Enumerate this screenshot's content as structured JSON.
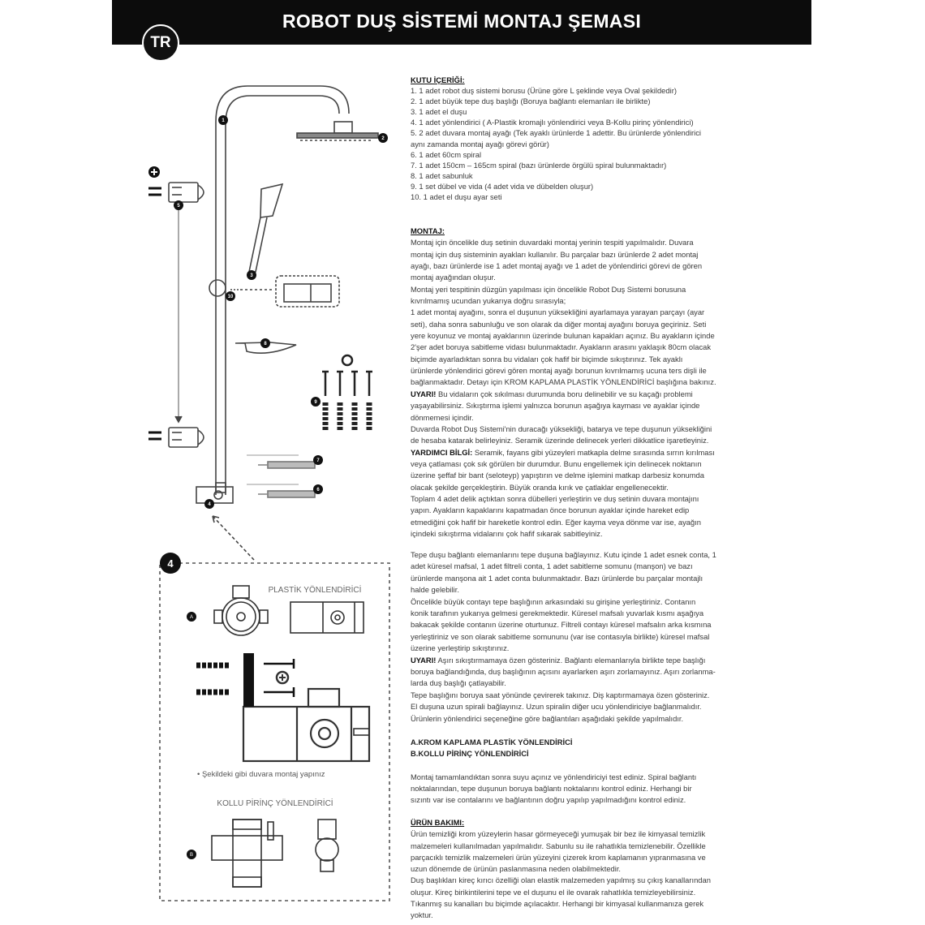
{
  "header": {
    "title": "ROBOT DUŞ SİSTEMİ MONTAJ ŞEMASI",
    "language_badge": "TR"
  },
  "diagram": {
    "markers": {
      "pipe": "1",
      "head": "2",
      "hand_shower": "3",
      "mount_top": "5",
      "adjuster": "10",
      "soap_dish": "8",
      "screws": "9",
      "spiral_long": "7",
      "spiral_short": "6",
      "diverter": "4",
      "detail": "4",
      "option_a": "A",
      "option_b": "B"
    },
    "detail_box": {
      "plastic_title": "PLASTİK YÖNLENDİRİCİ",
      "wall_caption": "• Şekildeki gibi duvara montaj yapınız",
      "brass_title": "KOLLU PİRİNÇ YÖNLENDİRİCİ"
    }
  },
  "text": {
    "sections": [
      {
        "heading": "KUTU İÇERİĞİ:",
        "lines": [
          "1. 1 adet robot duş sistemi borusu (Ürüne göre L şeklinde veya Oval şekildedir)",
          "2. 1 adet büyük tepe duş başlığı (Boruya bağlantı elemanları ile birlikte)",
          "3. 1 adet el duşu",
          "4. 1 adet yönlendirici ( A-Plastik kromajlı yönlendirici veya B-Kollu pirinç yönlendirici)",
          "5. 2 adet duvara montaj ayağı (Tek ayaklı ürünlerde 1 adettir. Bu ürünlerde yönlendirici",
          "aynı zamanda montaj ayağı görevi görür)",
          "6. 1 adet 60cm spiral",
          "7. 1 adet 150cm – 165cm spiral (bazı ürünlerde örgülü spiral bulunmaktadır)",
          "8. 1 adet sabunluk",
          "9. 1 set dübel ve vida (4 adet vida ve dübelden oluşur)",
          "10. 1 adet el duşu ayar seti"
        ]
      },
      {
        "heading": "MONTAJ:",
        "lines": [
          "Montaj için öncelikle duş setinin duvardaki montaj yerinin tespiti yapılmalıdır. Duvara",
          "montaj için duş sisteminin ayakları kullanılır. Bu parçalar bazı ürünlerde 2 adet montaj",
          "ayağı, bazı ürünlerde ise 1 adet montaj ayağı ve 1 adet de yönlendirici görevi de gören",
          "montaj ayağından oluşur.",
          "Montaj yeri tespitinin düzgün yapılması için öncelikle Robot Duş Sistemi borusuna",
          "kıvrılmamış ucundan yukarıya doğru sırasıyla;",
          "1 adet montaj ayağını, sonra el duşunun yüksekliğini ayarlamaya yarayan parçayı (ayar",
          "seti), daha sonra sabunluğu ve son olarak da diğer montaj ayağını boruya geçiriniz. Seti",
          "yere koyunuz ve montaj ayaklarının üzerinde bulunan kapakları açınız. Bu ayakların içinde",
          "2'şer adet boruya sabitleme vidası bulunmaktadır. Ayakların arasını yaklaşık 80cm olacak",
          "biçimde ayarladıktan sonra bu vidaları çok hafif bir biçimde sıkıştırınız. Tek ayaklı",
          "ürünlerde yönlendirici görevi gören montaj ayağı borunun kıvrılmamış ucuna ters dişli ile",
          "bağlanmaktadır. Detayı için KROM KAPLAMA PLASTİK YÖNLENDİRİCİ başlığına bakınız.",
          {
            "bold": "UYARI!",
            "text": " Bu vidaların çok sıkılması durumunda boru delinebilir ve su kaçağı problemi"
          },
          "yaşayabilirsiniz. Sıkıştırma işlemi yalnızca borunun aşağıya kayması ve ayaklar içinde",
          "dönmemesi içindir.",
          "Duvarda Robot Duş Sistemi'nin duracağı yüksekliği, batarya ve tepe duşunun yüksekliğini",
          "de hesaba katarak belirleyiniz. Seramik üzerinde delinecek yerleri dikkatlice işaretleyiniz.",
          {
            "bold": "YARDIMCI BİLGİ:",
            "text": " Seramik, fayans gibi yüzeyleri matkapla delme sırasında sırrın kırılması"
          },
          "veya çatlaması çok sık görülen bir durumdur. Bunu engellemek için delinecek noktanın",
          "üzerine şeffaf bir bant (seloteyp) yapıştırın ve delme işlemini matkap darbesiz konumda",
          "olacak şekilde gerçekleştirin. Büyük oranda kırık ve çatlaklar engellenecektir.",
          "Toplam 4 adet delik açtıktan sonra dübelleri yerleştirin ve duş setinin duvara montajını",
          "yapın. Ayakların kapaklarını kapatmadan önce borunun ayaklar içinde hareket edip",
          "etmediğini çok hafif bir hareketle kontrol edin. Eğer kayma veya dönme var ise, ayağın",
          "içindeki sıkıştırma vidalarını çok hafif sıkarak sabitleyiniz."
        ]
      },
      {
        "heading": "",
        "lines": [
          "Tepe duşu bağlantı elemanlarını tepe duşuna bağlayınız. Kutu içinde 1 adet esnek conta, 1",
          "adet küresel mafsal, 1 adet filtreli conta, 1 adet sabitleme somunu (manşon) ve bazı",
          "ürünlerde manşona ait 1 adet conta bulunmaktadır. Bazı ürünlerde bu parçalar montajlı",
          "halde gelebilir.",
          "Öncelikle büyük contayı tepe başlığının arkasındaki su girişine yerleştiriniz. Contanın",
          "konik tarafının yukarıya gelmesi gerekmektedir. Küresel mafsalı yuvarlak kısmı aşağıya",
          "bakacak şekilde contanın üzerine oturtunuz. Filtreli contayı küresel mafsalın arka kısmına",
          "yerleştiriniz ve son olarak sabitleme somununu (var ise contasıyla birlikte) küresel mafsal",
          "üzerine yerleştirip sıkıştırınız.",
          {
            "bold": "UYARI!",
            "text": " Aşırı sıkıştırmamaya özen gösteriniz. Bağlantı elemanlarıyla birlikte tepe başlığı"
          },
          "boruya bağlandığında, duş başlığının açısını ayarlarken aşırı zorlamayınız. Aşırı zorlanma-",
          "larda duş başlığı çatlayabilir.",
          "Tepe başlığını boruya saat yönünde çevirerek takınız. Diş kaptırmamaya özen gösteriniz.",
          "El duşuna uzun spirali bağlayınız. Uzun spiralin diğer ucu yönlendiriciye bağlanmalıdır.",
          "Ürünlerin yönlendirici seçeneğine göre bağlantıları aşağıdaki şekilde yapılmalıdır."
        ]
      },
      {
        "heading": "",
        "bold_lines": true,
        "lines": [
          "A.KROM KAPLAMA PLASTİK YÖNLENDİRİCİ",
          "B.KOLLU PİRİNÇ YÖNLENDİRİCİ"
        ]
      },
      {
        "heading": "",
        "lines": [
          "Montaj tamamlandıktan sonra suyu açınız ve yönlendiriciyi test ediniz. Spiral bağlantı",
          "noktalarından, tepe duşunun boruya bağlantı noktalarını kontrol ediniz. Herhangi bir",
          "sızıntı var ise contalarını ve bağlantının doğru yapılıp yapılmadığını kontrol ediniz."
        ]
      },
      {
        "heading": "ÜRÜN BAKIMI:",
        "lines": [
          "Ürün temizliği krom yüzeylerin hasar görmeyeceği yumuşak bir bez ile kimyasal temizlik",
          "malzemeleri kullanılmadan yapılmalıdır. Sabunlu su ile rahatlıkla temizlenebilir. Özellikle",
          "parçacıklı temizlik malzemeleri ürün yüzeyini çizerek krom kaplamanın yıpranmasına ve",
          "uzun dönemde de ürünün paslanmasına neden olabilmektedir.",
          "Duş başlıkları kireç kırıcı özelliği olan elastik malzemeden yapılmış su çıkış kanallarından",
          "oluşur. Kireç birikintilerini tepe ve el duşunu el ile ovarak rahatlıkla temizleyebilirsiniz.",
          "Tıkanmış su kanalları bu biçimde açılacaktır. Herhangi bir kimyasal kullanmanıza gerek",
          "yoktur."
        ]
      }
    ]
  }
}
